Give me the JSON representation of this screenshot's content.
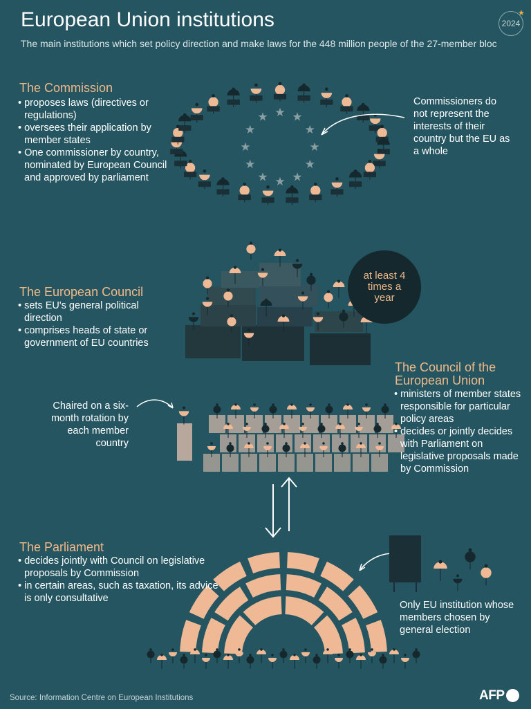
{
  "header": {
    "title": "European Union institutions",
    "subtitle": "The main institutions which set policy direction and make laws for the 448 million people of the 27-member bloc",
    "badge": "2024"
  },
  "commission": {
    "heading": "The Commission",
    "bullets": [
      "proposes laws (directives or regulations)",
      "oversees their application by member states",
      "One commissioner by country, nominated by European Council and approved by parliament"
    ],
    "note": "Commissioners do not represent the interests of their country but the EU as a whole"
  },
  "european_council": {
    "heading": "The European Council",
    "bullets": [
      "sets EU's general political direction",
      "comprises heads of state or government of EU countries"
    ],
    "frequency": "at least 4 times a year"
  },
  "council_eu": {
    "heading": "The Council of the European Union",
    "bullets": [
      "ministers of member states responsible for particular policy areas",
      "decides or jointly decides with Parliament on legislative proposals made by Commission"
    ],
    "chair_note": "Chaired on a six-month rotation by each member country"
  },
  "parliament": {
    "heading": "The Parliament",
    "bullets": [
      "decides jointly with Council on legislative proposals by Commission",
      "in certain areas, such as taxation, its advice is only consultative"
    ],
    "election_note": "Only EU institution whose members chosen by general election"
  },
  "footer": {
    "source": "Source: Information Centre on European Institutions",
    "logo": "AFP"
  },
  "colors": {
    "background": "#245560",
    "heading": "#f0b98a",
    "figure_peach": "#efb995",
    "figure_dark": "#15282d",
    "desk": "#1a3036"
  },
  "icons": [
    "star-icon",
    "arrow-icon",
    "figure-icon",
    "ballot-box-icon"
  ]
}
